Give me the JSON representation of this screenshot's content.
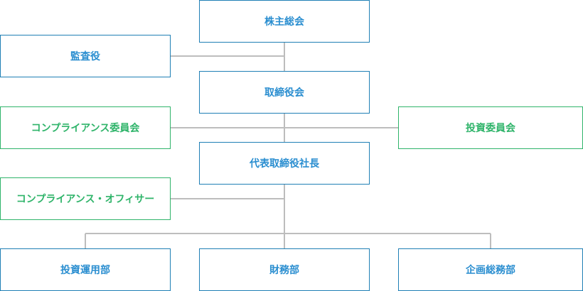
{
  "nodes": {
    "shareholders_meeting": "株主総会",
    "auditor": "監査役",
    "board": "取締役会",
    "compliance_committee": "コンプライアンス委員会",
    "investment_committee": "投資委員会",
    "ceo": "代表取締役社長",
    "compliance_officer": "コンプライアンス・オフィサー",
    "investment_management_dept": "投資運用部",
    "finance_dept": "財務部",
    "corporate_planning_dept": "企画総務部"
  },
  "colors": {
    "blue_border": "#1f7fb5",
    "blue_text": "#2a8ed0",
    "green": "#2fb46a",
    "connector": "#bdbdbd"
  }
}
